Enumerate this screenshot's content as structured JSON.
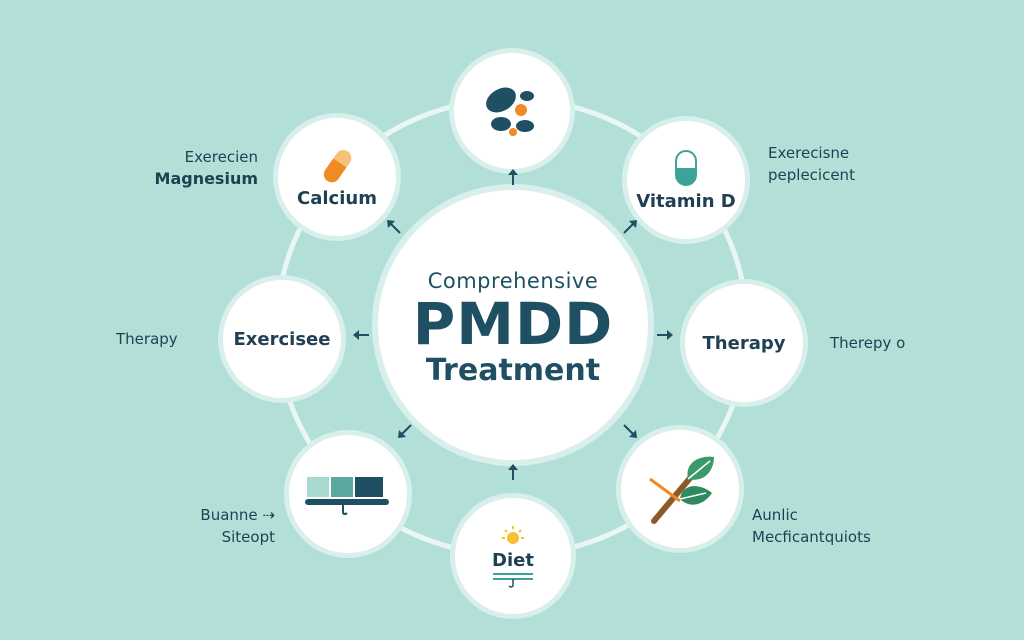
{
  "center": {
    "line1": "Comprehensive",
    "line2": "PMDD",
    "line3": "Treatment"
  },
  "nodes": {
    "calcium": "Calcium",
    "vitamin_d": "Vitamin D",
    "exercise": "Exercisee",
    "therapy": "Therapy",
    "diet": "Diet"
  },
  "side_labels": {
    "top_left_1": "Exerecien",
    "top_left_2": "Magnesium",
    "top_right_1": "Exerecisne",
    "top_right_2": "peplecicent",
    "mid_left": "Therapy",
    "mid_right": "Therepy o",
    "bottom_left_1": "Buanne ⇢",
    "bottom_left_2": "Siteopt",
    "bottom_right_1": "Aunlic",
    "bottom_right_2": "Mecficantquiots"
  },
  "colors": {
    "background": "#b2e0d9",
    "dark_navy": "#1f4f63",
    "orange": "#f08a24",
    "teal": "#3ba397"
  }
}
